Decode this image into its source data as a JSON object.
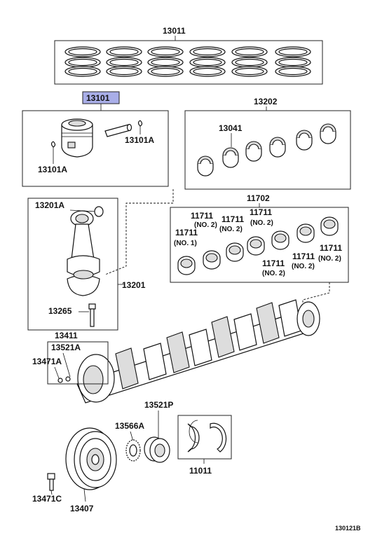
{
  "labels": {
    "p13011": "13011",
    "p13101": "13101",
    "p13202": "13202",
    "p13041": "13041",
    "p13101a_r": "13101A",
    "p13101a_l": "13101A",
    "p13201a": "13201A",
    "p11702": "11702",
    "p11711_a": "11711",
    "p11711_a_no": "(NO. 2)",
    "p11711_b": "11711",
    "p11711_b_no": "(NO. 2)",
    "p11711_c": "11711",
    "p11711_c_no": "(NO. 2)",
    "p11711_d": "11711",
    "p11711_d_no": "(NO. 1)",
    "p11711_e": "11711",
    "p11711_e_no": "(NO. 2)",
    "p11711_f": "11711",
    "p11711_f_no": "(NO. 2)",
    "p11711_g": "11711",
    "p11711_g_no": "(NO. 2)",
    "p13201": "13201",
    "p13265": "13265",
    "p13411": "13411",
    "p13521a": "13521A",
    "p13471a": "13471A",
    "p13521p": "13521P",
    "p13566a": "13566A",
    "p11011": "11011",
    "p13471c": "13471C",
    "p13407": "13407",
    "diagram_code": "130121B"
  },
  "colors": {
    "highlight": "#a9aee8",
    "ink": "#111111"
  }
}
